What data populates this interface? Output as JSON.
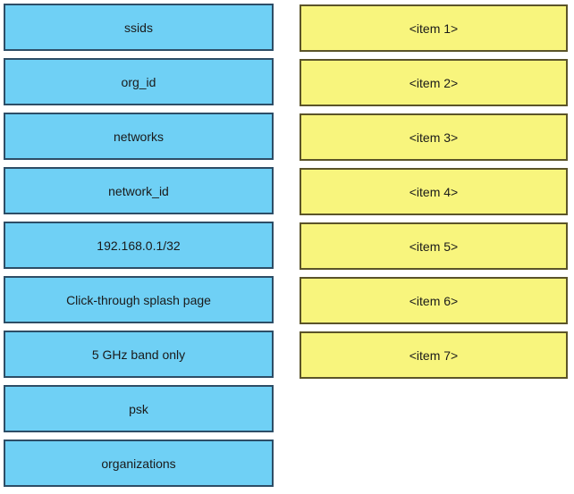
{
  "question": {
    "kind": "drag-and-drop-matching",
    "colors": {
      "source_fill": "#6fd0f5",
      "source_border": "#2d4d66",
      "target_fill": "#f8f57d",
      "target_border": "#5b5429",
      "text": "#1a1a1a",
      "background": "#ffffff"
    },
    "left_column": {
      "items": [
        {
          "label": "ssids"
        },
        {
          "label": "org_id"
        },
        {
          "label": "networks"
        },
        {
          "label": "network_id"
        },
        {
          "label": "192.168.0.1/32"
        },
        {
          "label": "Click-through splash page"
        },
        {
          "label": "5 GHz band only"
        },
        {
          "label": "psk"
        },
        {
          "label": "organizations"
        }
      ]
    },
    "right_column": {
      "items": [
        {
          "label": "<item 1>"
        },
        {
          "label": "<item 2>"
        },
        {
          "label": "<item 3>"
        },
        {
          "label": "<item 4>"
        },
        {
          "label": "<item 5>"
        },
        {
          "label": "<item 6>"
        },
        {
          "label": "<item 7>"
        }
      ]
    }
  }
}
